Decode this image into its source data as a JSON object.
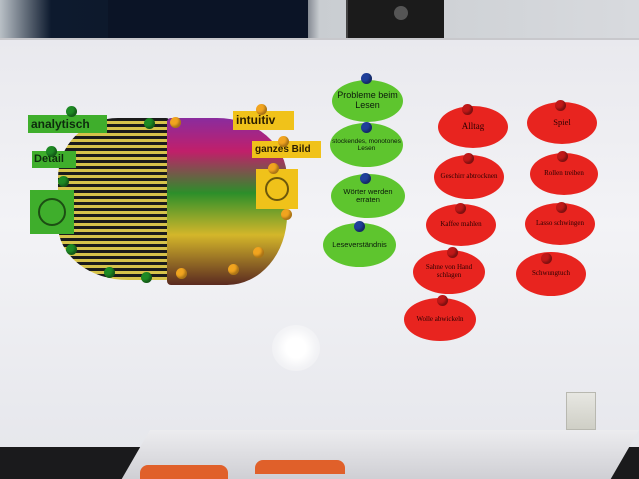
{
  "scene": {
    "colors": {
      "board": "#eeeef2",
      "green": "#5ec52e",
      "red": "#e8241f",
      "yellow": "#f0c21a",
      "magnet_blue": "#1f3f9a"
    }
  },
  "brain_labels": {
    "analytisch": "analytisch",
    "detail": "Detail",
    "intuitiv": "intuitiv",
    "ganzes_bild": "ganzes Bild"
  },
  "green_cards": [
    "Probleme beim Lesen",
    "stockendes, monotones Lesen",
    "Wörter werden erraten",
    "Leseverständnis"
  ],
  "red_cards_left": [
    "Alltag",
    "Geschirr abtrocknen",
    "Kaffee mahlen",
    "Sahne von Hand schlagen",
    "Wolle abwickeln"
  ],
  "red_cards_right": [
    "Spiel",
    "Rollen treiben",
    "Lasso schwingen",
    "Schwungtuch"
  ]
}
